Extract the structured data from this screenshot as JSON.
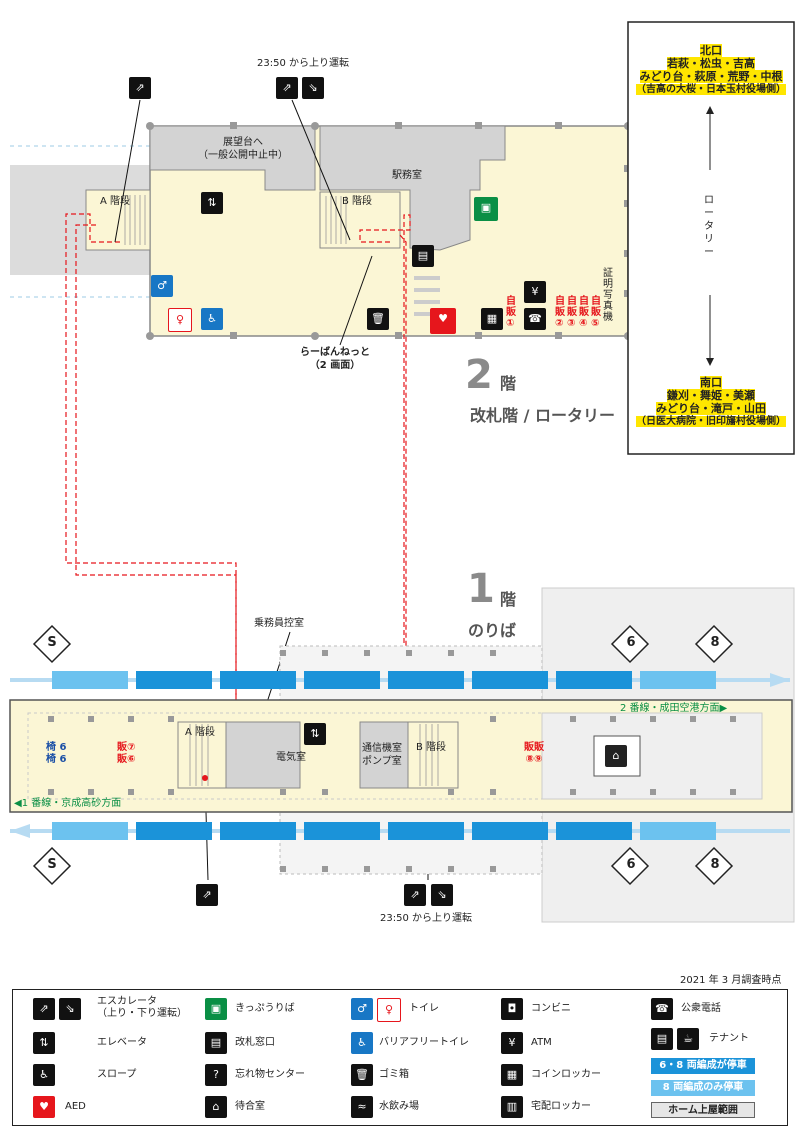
{
  "survey_date": "2021 年 3 月調査時点",
  "floor2": {
    "number": "2",
    "suffix": "階",
    "subtitle": "改札階 / ロータリー",
    "observatory": "展望台へ\n（一般公開中止中）",
    "station_office": "駅務室",
    "stairs_a": "A 階段",
    "stairs_b": "B 階段",
    "escalator_note": "23:50 から上り運転",
    "raban": "らーばんねっと\n（2 画面）",
    "photo_booth": "証明写真機",
    "vending1": "自販①",
    "vending_group": [
      "自販②",
      "自販③",
      "自販④",
      "自販⑤"
    ],
    "rotary": "ロータリー"
  },
  "north_exit": {
    "title": "北口",
    "line1": "若萩・松虫・吉高",
    "line2": "みどり台・萩原・荒野・中根",
    "line3": "（吉高の大桜・日本玉村役場側）"
  },
  "south_exit": {
    "title": "南口",
    "line1": "鎌刈・舞姫・美瀬",
    "line2": "みどり台・滝戸・山田",
    "line3": "（日医大病院・旧印旛村役場側）"
  },
  "floor1": {
    "number": "1",
    "suffix": "階",
    "subtitle": "のりば",
    "crew_room": "乗務員控室",
    "electric_room": "電気室",
    "comm_room": "通信機室\nポンプ室",
    "stairs_a": "A 階段",
    "stairs_b": "B 階段",
    "bench_left": "椅 6\n椅 6",
    "vending_left": "販⑦\n販⑥",
    "vending_right": "販販\n⑧⑨",
    "track2": "2 番線・成田空港方面▶",
    "track1": "◀1 番線・京成高砂方面",
    "escalator_note": "23:50 から上り運転",
    "car6": "6",
    "car8": "8",
    "s_mark": "S"
  },
  "legend": {
    "escalator": "エスカレータ\n（上り・下り運転）",
    "elevator": "エレベータ",
    "slope": "スロープ",
    "aed": "AED",
    "ticket": "きっぷうりば",
    "gate_window": "改札窓口",
    "lost_found": "忘れ物センター",
    "waiting": "待合室",
    "toilet": "トイレ",
    "barrier_free": "バリアフリートイレ",
    "trash": "ゴミ箱",
    "water": "水飲み場",
    "convenience": "コンビニ",
    "atm": "ATM",
    "coin_locker": "コインロッカー",
    "delivery_locker": "宅配ロッカー",
    "phone": "公衆電話",
    "tenant": "テナント",
    "stop_6_8": "6・8 両編成が停車",
    "stop_8": "8 両編成のみ停車",
    "roof": "ホーム上屋範囲"
  },
  "colors": {
    "concourse": "#fbf6d5",
    "platform": "#fbf6d5",
    "dark_blue_car": "#1b93d9",
    "light_blue_car": "#6cc2ef",
    "route_red": "#e6161c",
    "exit_yellow": "#ffe600"
  }
}
